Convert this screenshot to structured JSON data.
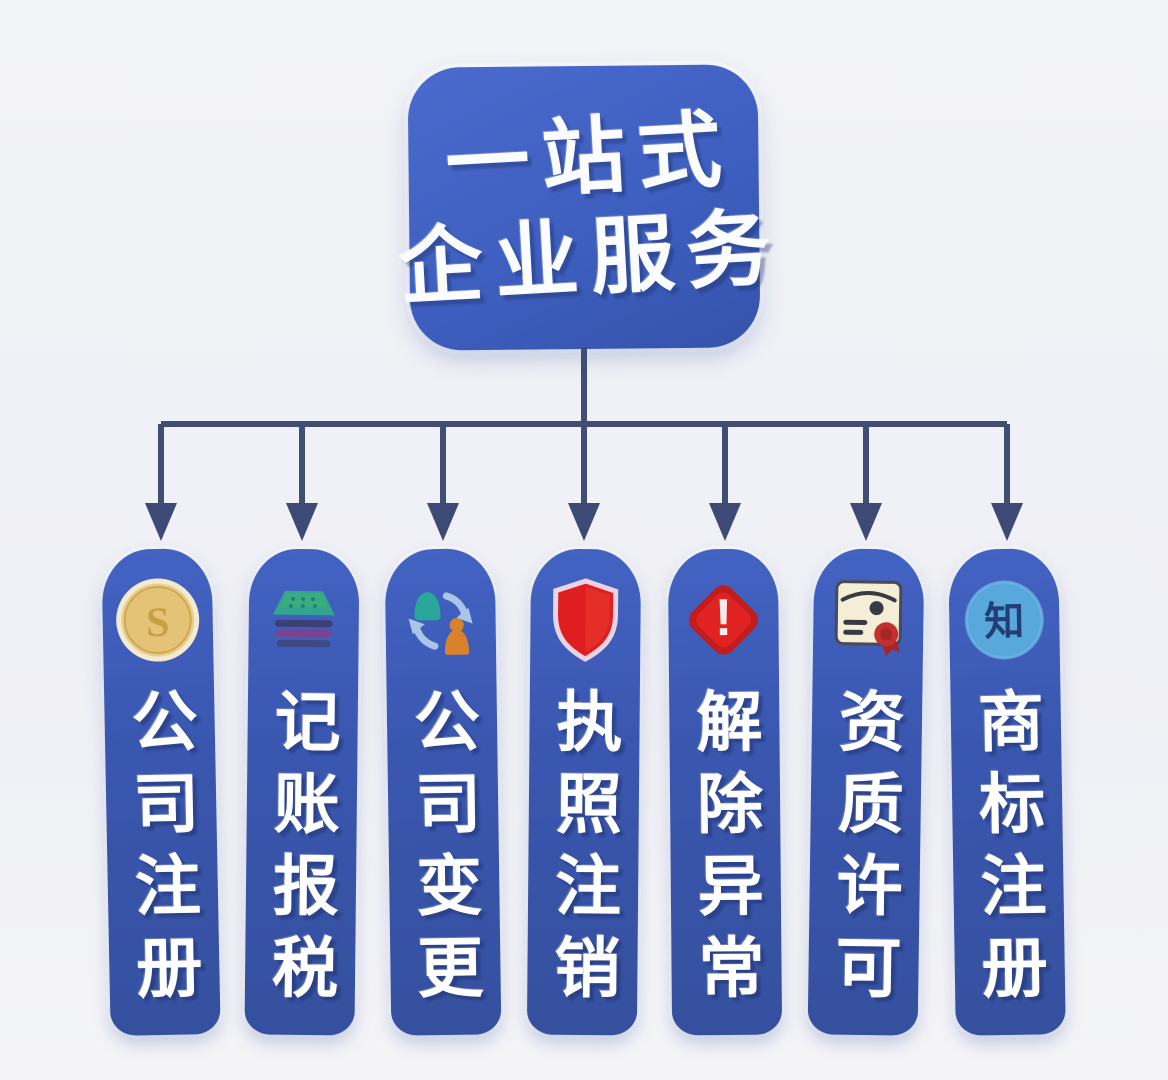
{
  "header": {
    "line1": "一站式",
    "line2": "企业服务"
  },
  "columns": [
    {
      "label": "公司注册",
      "icon": "coin-dollar-icon",
      "icon_text": "S"
    },
    {
      "label": "记账报税",
      "icon": "ledger-icon"
    },
    {
      "label": "公司变更",
      "icon": "swap-persons-icon"
    },
    {
      "label": "执照注销",
      "icon": "shield-icon"
    },
    {
      "label": "解除异常",
      "icon": "alert-exclamation-icon",
      "icon_text": "!"
    },
    {
      "label": "资质许可",
      "icon": "certificate-icon"
    },
    {
      "label": "商标注册",
      "icon": "trademark-icon",
      "icon_text": "知"
    }
  ],
  "colors": {
    "background": "#f1f2f6",
    "header_node": "#3e5fc0",
    "column_node": "#3a57b0",
    "connector": "#414e73",
    "text": "#ffffff",
    "coin_gold": "#e6c97e",
    "ledger_teal": "#32a48f",
    "shield_red": "#df1f1f",
    "alert_red": "#e02222",
    "person_orange": "#d9822b",
    "person_teal": "#2aa79b",
    "trademark_blue": "#58a8dc",
    "certificate_cream": "#f5eed6",
    "ribbon_red": "#c23030"
  }
}
